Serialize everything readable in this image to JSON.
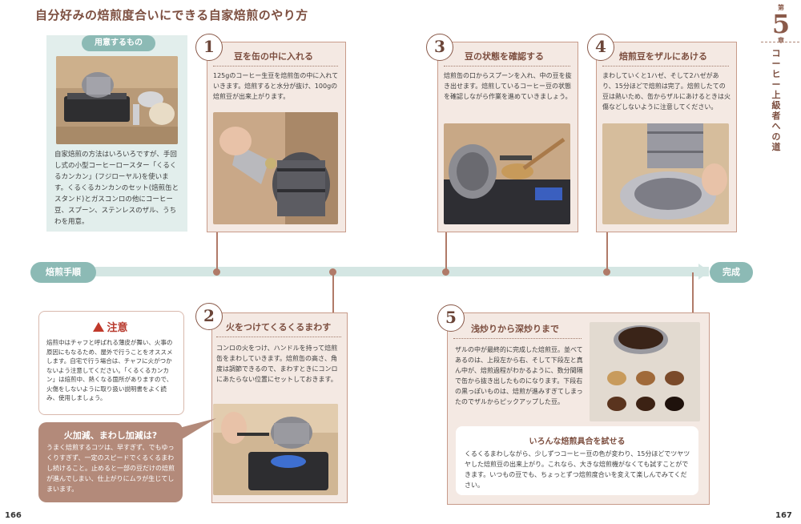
{
  "title": "自分好みの焙煎度合いにできる自家焙煎のやり方",
  "chapter": {
    "dai": "第",
    "number": "5",
    "sho": "章",
    "name": "コーヒー上級者への道"
  },
  "pages": {
    "left": "166",
    "right": "167"
  },
  "supplies": {
    "tag": "用意するもの",
    "text": "自家焙煎の方法はいろいろですが、手回し式の小型コーヒーロースター「くるくるカンカン」(フジローヤル)を使います。くるくるカンカンのセット(焙煎缶とスタンド)とガスコンロの他にコーヒー豆、スプーン、ステンレスのザル、うちわを用意。"
  },
  "steps": [
    {
      "num": "1",
      "heading": "豆を缶の中に入れる",
      "text": "125gのコーヒー生豆を焙煎缶の中に入れていきます。焙煎すると水分が抜け、100gの焙煎豆が出来上がります。"
    },
    {
      "num": "2",
      "heading": "火をつけてくるくるまわす",
      "text": "コンロの火をつけ、ハンドルを持って焙煎缶をまわしていきます。焙煎缶の高さ、角度は調節できるので、まわすときにコンロにあたらない位置にセットしておきます。"
    },
    {
      "num": "3",
      "heading": "豆の状態を確認する",
      "text": "焙煎缶の口からスプーンを入れ、中の豆を抜き出せます。焙煎しているコーヒー豆の状態を確認しながら作業を進めていきましょう。"
    },
    {
      "num": "4",
      "heading": "焙煎豆をザルにあける",
      "text": "まわしていくと1ハゼ、そして2ハゼがあり、15分ほどで焙煎は完了。焙煎したての豆は熱いため、缶からザルにあけるときは火傷などしないように注意してください。"
    },
    {
      "num": "5",
      "heading": "浅炒りから深炒りまで",
      "text": "ザルの中が最終的に完成した焙煎豆。並べてあるのは、上段左から右、そして下段左と真ん中が、焙煎過程がわかるように、数分間隔で缶から抜き出したものになります。下段右の黒っぽいものは、焙煎が進みすぎてしまったのでザルからピックアップした豆。"
    }
  ],
  "timeline": {
    "start": "焙煎手順",
    "end": "完成"
  },
  "caution": {
    "heading": "注意",
    "text": "焙煎中はチャフと呼ばれる薄皮が舞い、火事の原因にもなるため、屋外で行うことをオススメします。自宅で行う場合は、チャフに火がつかないよう注意してください。「くるくるカンカン」は焙煎中、熱くなる箇所がありますので、火傷をしないように取り扱い説明書をよく読み、使用しましょう。"
  },
  "heat": {
    "heading": "火加減、まわし加減は?",
    "text": "うまく焙煎するコツは、早すぎず、でもゆっくりすぎず、一定のスピードでくるくるまわし続けること。止めると一部の豆だけの焙煎が進んでしまい、仕上がりにムラが生じてしまいます。"
  },
  "tip": {
    "heading": "いろんな焙煎具合を試せる",
    "text": "くるくるまわしながら、少しずつコーヒー豆の色が変わり、15分ほどでツヤツヤした焙煎豆の出来上がり。これなら、大きな焙煎機がなくても試すことができます。いつもの豆でも、ちょっとずつ焙煎度合いを変えて楽しんでみてください。"
  }
}
